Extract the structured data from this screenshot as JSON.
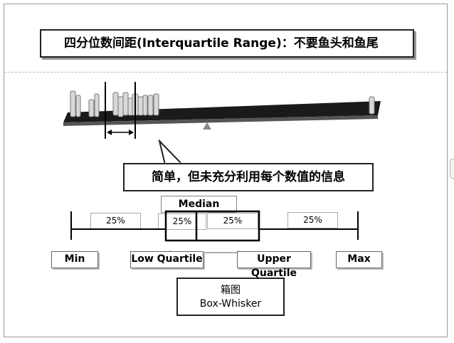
{
  "title": "四分位数间距(Interquartile Range)：不要鱼头和鱼尾",
  "callout": "简单，但未充分利用每个数值的信息",
  "boxplot": {
    "median": "Median",
    "pct_1": "25%",
    "pct_2": "25%",
    "pct_3": "25%",
    "pct_4": "25%",
    "min": "Min",
    "low_quartile": "Low Quartile",
    "upper_quartile": "Upper Quartile",
    "max": "Max"
  },
  "legend": {
    "line1": "箱图",
    "line2": "Box-Whisker"
  }
}
